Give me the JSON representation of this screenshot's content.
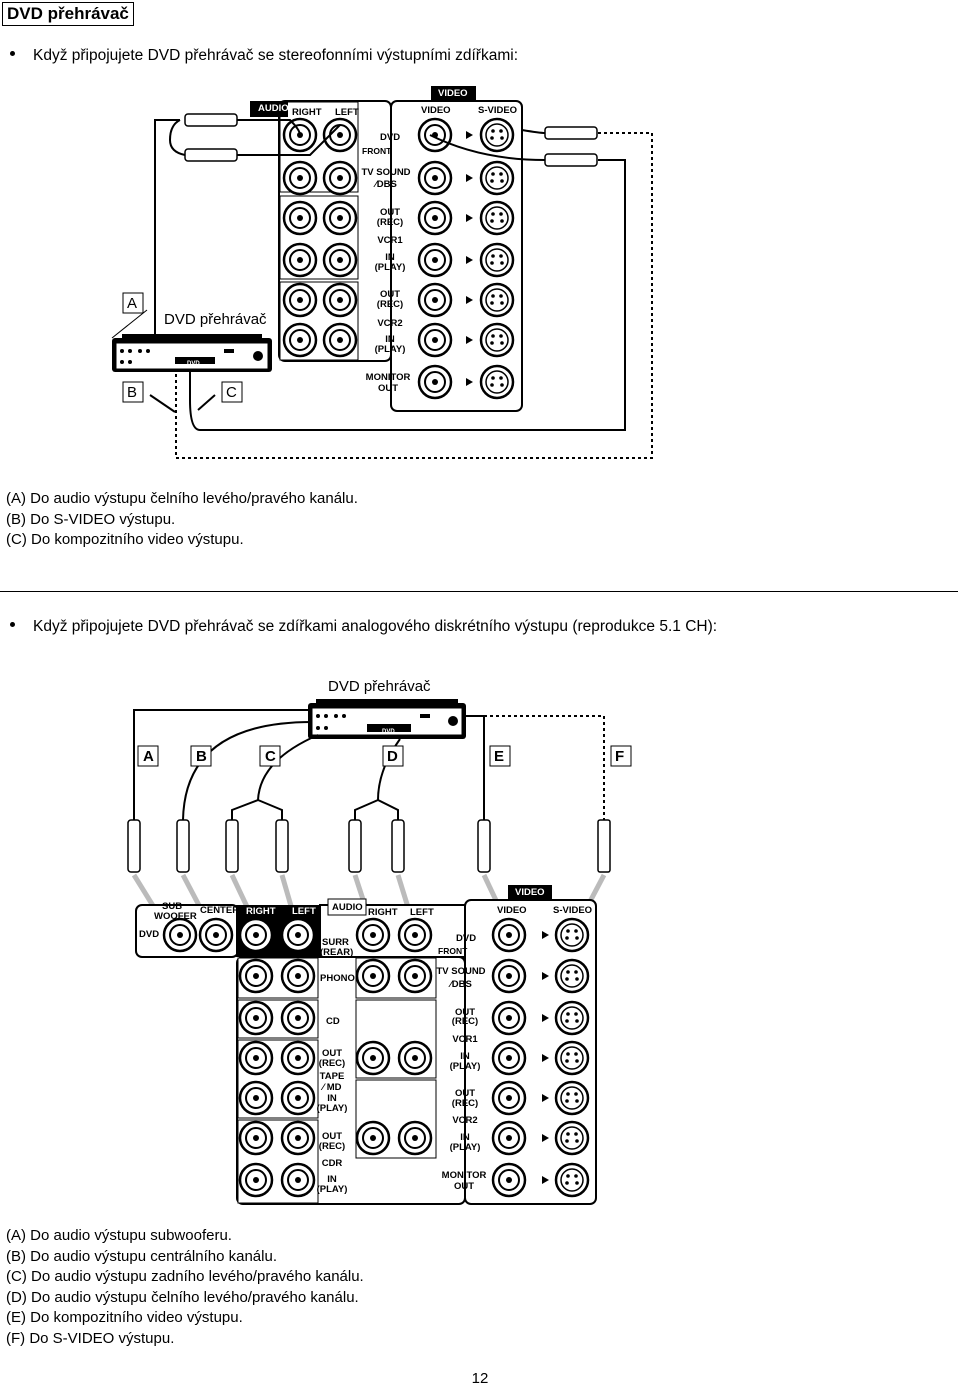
{
  "heading": "DVD přehrávač",
  "bullet1": "Když připojujete DVD přehrávač se stereofonními výstupními zdířkami:",
  "bullet2": "Když připojujete DVD přehrávač se zdířkami analogového diskrétního výstupu (reprodukce 5.1 CH):",
  "diagram1": {
    "player_label": "DVD přehrávač",
    "callouts": [
      "A",
      "B",
      "C"
    ],
    "panel_labels": {
      "audio": "AUDIO",
      "right": "RIGHT",
      "left": "LEFT",
      "video_header": "VIDEO",
      "video": "VIDEO",
      "svideo": "S-VIDEO",
      "dvd": "DVD",
      "front": "FRONT",
      "tvsound": "TV SOUND",
      "dbs": "∕DBS",
      "out": "OUT",
      "rec": "(REC)",
      "vcr1": "VCR1",
      "in": "IN",
      "play": "(PLAY)",
      "vcr2": "VCR2",
      "monitor": "MONITOR",
      "monitor_out": "OUT"
    }
  },
  "legend1": [
    "(A)  Do audio výstupu čelního levého/pravého kanálu.",
    "(B)  Do S-VIDEO výstupu.",
    "(C)  Do kompozitního video výstupu."
  ],
  "diagram2": {
    "player_label": "DVD přehrávač",
    "callouts": [
      "A",
      "B",
      "C",
      "D",
      "E",
      "F"
    ],
    "panel_labels": {
      "sub": "SUB",
      "woofer": "WOOFER",
      "center": "CENTER",
      "right": "RIGHT",
      "left": "LEFT",
      "audio": "AUDIO",
      "dvd": "DVD",
      "surr": "SURR",
      "rear": "(REAR)",
      "phono": "PHONO",
      "cd": "CD",
      "tape": "TAPE",
      "md": "∕ MD",
      "cdr": "CDR",
      "front": "FRONT",
      "tvsound": "TV SOUND",
      "dbs": "∕DBS",
      "out": "OUT",
      "rec": "(REC)",
      "in": "IN",
      "play": "(PLAY)",
      "vcr1": "VCR1",
      "vcr2": "VCR2",
      "monitor": "MONITOR",
      "monitor_out": "OUT",
      "video_header": "VIDEO",
      "video": "VIDEO",
      "svideo": "S-VIDEO"
    }
  },
  "legend2": [
    "(A)  Do audio výstupu subwooferu.",
    "(B)  Do audio výstupu centrálního kanálu.",
    "(C)  Do audio výstupu zadního levého/pravého kanálu.",
    "(D)  Do audio výstupu čelního levého/pravého kanálu.",
    "(E)  Do kompozitního video výstupu.",
    "(F)  Do S-VIDEO výstupu."
  ],
  "player_badge": "DVD",
  "page_number": "12"
}
